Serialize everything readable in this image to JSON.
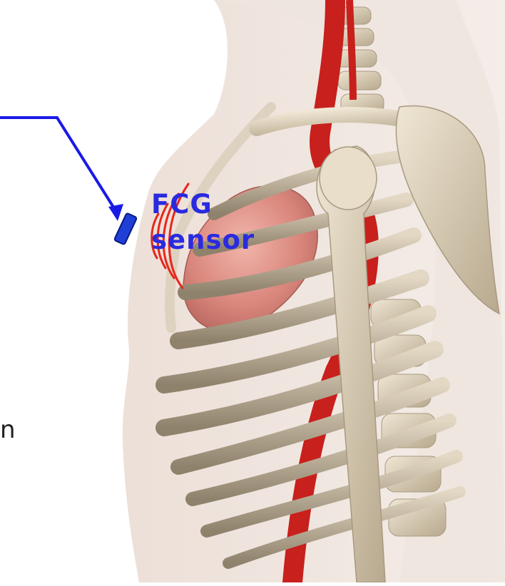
{
  "annotation": {
    "line1": "FCG",
    "line2": "sensor"
  },
  "stray_text": "n",
  "colors": {
    "annotation": "#2a2ae0",
    "arrow": "#1a1ae6",
    "waves": "#e8261c",
    "sensor": "#1f3fd6",
    "aorta": "#c8201c",
    "heart": "#d98c85",
    "bone": "#d9ccb4",
    "body_shadow": "#e9ddd4"
  },
  "icons": [
    "sensor-icon",
    "signal-waves-icon",
    "arrow-icon"
  ]
}
